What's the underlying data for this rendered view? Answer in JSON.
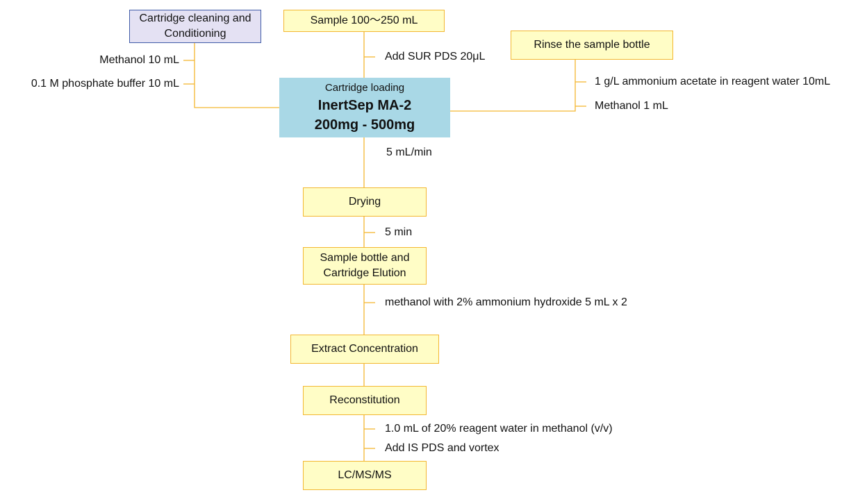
{
  "boxes": {
    "cleaning": "Cartridge cleaning and Conditioning",
    "sample": "Sample 100～250 mL",
    "rinse": "Rinse the sample bottle",
    "loading_caption": "Cartridge loading",
    "loading_line1": "InertSep MA-2",
    "loading_line2": "200mg - 500mg",
    "drying": "Drying",
    "elution": "Sample bottle and Cartridge Elution",
    "concentration": "Extract Concentration",
    "reconstitution": "Reconstitution",
    "lcms": "LC/MS/MS"
  },
  "labels": {
    "methanol_10": "Methanol 10 mL",
    "phosphate": "0.1 M phosphate buffer 10 mL",
    "add_sur": "Add SUR PDS 20μL",
    "ammonium_acetate": "1 g/L ammonium acetate in reagent water 10mL",
    "methanol_1": "Methanol 1 mL",
    "flow_rate": "5 mL/min",
    "dry_time": "5 min",
    "elution_solvent": "methanol with 2% ammonium hydroxide 5 mL x 2",
    "reagent_water": "1.0 mL of 20% reagent water in methanol (v/v)",
    "add_is": "Add IS PDS and vortex"
  },
  "colors": {
    "connector": "#F3B731",
    "yellow_fill": "#FFFDC6",
    "purple_fill": "#E4E1F3",
    "purple_border": "#3F5BA8",
    "loading_fill": "#A9D8E6"
  }
}
